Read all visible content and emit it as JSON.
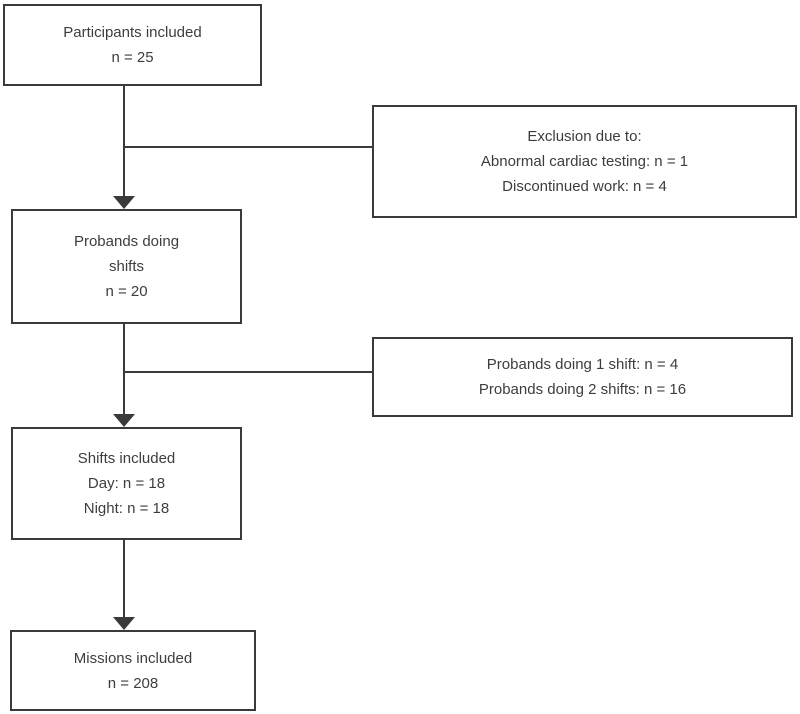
{
  "diagram": {
    "type": "flowchart",
    "colors": {
      "line": "#3a3a3a",
      "text": "#3d3d3d",
      "background": "#ffffff"
    },
    "boxes": {
      "participants": {
        "line1": "Participants included",
        "line2": "n = 25"
      },
      "exclusion": {
        "line1": "Exclusion due to:",
        "line2": "Abnormal cardiac testing: n = 1",
        "line3": "Discontinued work: n = 4"
      },
      "probands": {
        "line1": "Probands doing",
        "line2": "shifts",
        "line3": "n = 20"
      },
      "shift_counts": {
        "line1": "Probands doing 1 shift: n = 4",
        "line2": "Probands doing 2 shifts: n = 16"
      },
      "shifts": {
        "line1": "Shifts included",
        "line2": "Day: n = 18",
        "line3": "Night: n = 18"
      },
      "missions": {
        "line1": "Missions included",
        "line2": "n = 208"
      }
    }
  }
}
